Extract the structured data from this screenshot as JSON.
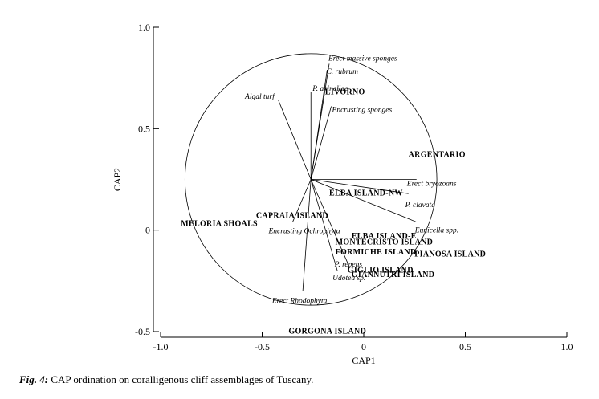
{
  "chart_data": {
    "type": "scatter",
    "xlabel": "CAP1",
    "ylabel": "CAP2",
    "xlim": [
      -1.0,
      1.0
    ],
    "ylim": [
      -0.5,
      1.0
    ],
    "x_ticks": [
      -1.0,
      -0.5,
      0,
      0.5,
      1.0
    ],
    "x_tick_labels": [
      "-1.0",
      "-0.5",
      "0",
      "0.5",
      "1.0"
    ],
    "y_ticks": [
      1.0,
      0.5,
      0,
      -0.5
    ],
    "y_tick_labels": [
      "1.0",
      "0.5",
      "0",
      "-0.5"
    ],
    "grid": false,
    "circle": {
      "center": [
        -0.26,
        0.25
      ],
      "radius": 0.62
    },
    "vector_origin": [
      -0.26,
      0.25
    ],
    "vectors": [
      {
        "name": "Erect massive sponges",
        "x": -0.17,
        "y": 0.82
      },
      {
        "name": "C. rubrum",
        "x": -0.18,
        "y": 0.79
      },
      {
        "name": "P. axinellae",
        "x": -0.26,
        "y": 0.68
      },
      {
        "name": "Algal turf",
        "x": -0.42,
        "y": 0.64
      },
      {
        "name": "Encrusting sponges",
        "x": -0.16,
        "y": 0.61
      },
      {
        "name": "Erect bryozoans",
        "x": 0.26,
        "y": 0.25
      },
      {
        "name": "P. clavata",
        "x": 0.22,
        "y": 0.18
      },
      {
        "name": "Eunicella spp.",
        "x": 0.26,
        "y": 0.04
      },
      {
        "name": "Encrusting Ochrophyta",
        "x": -0.35,
        "y": 0.04
      },
      {
        "name": "P. repens",
        "x": -0.08,
        "y": -0.16
      },
      {
        "name": "Udotea sp.",
        "x": -0.13,
        "y": -0.2
      },
      {
        "name": "Erect Rhodophyta",
        "x": -0.3,
        "y": -0.3
      }
    ],
    "sites": [
      {
        "name": "ARGENTARIO",
        "x": 0.22,
        "y": 0.36
      },
      {
        "name": "LIVORNO",
        "x": -0.19,
        "y": 0.67
      },
      {
        "name": "ELBA ISLAND-NW",
        "x": -0.17,
        "y": 0.17
      },
      {
        "name": "CAPRAIA ISLAND",
        "x": -0.53,
        "y": 0.06
      },
      {
        "name": "MELORIA SHOALS",
        "x": -0.9,
        "y": 0.02
      },
      {
        "name": "ELBA ISLAND-E",
        "x": -0.06,
        "y": -0.04
      },
      {
        "name": "MONTECRISTO ISLAND",
        "x": -0.14,
        "y": -0.07
      },
      {
        "name": "FORMICHE ISLAND",
        "x": -0.14,
        "y": -0.12
      },
      {
        "name": "PIANOSA ISLAND",
        "x": 0.25,
        "y": -0.13
      },
      {
        "name": "GIGLIO ISLAND",
        "x": -0.08,
        "y": -0.21
      },
      {
        "name": "GIANNUTRI ISLAND",
        "x": -0.06,
        "y": -0.23
      },
      {
        "name": "GORGONA ISLAND",
        "x": -0.37,
        "y": -0.51
      }
    ]
  },
  "caption": {
    "lead": "Fig. 4:",
    "text": " CAP ordination on coralligenous cliff assemblages of Tuscany."
  }
}
